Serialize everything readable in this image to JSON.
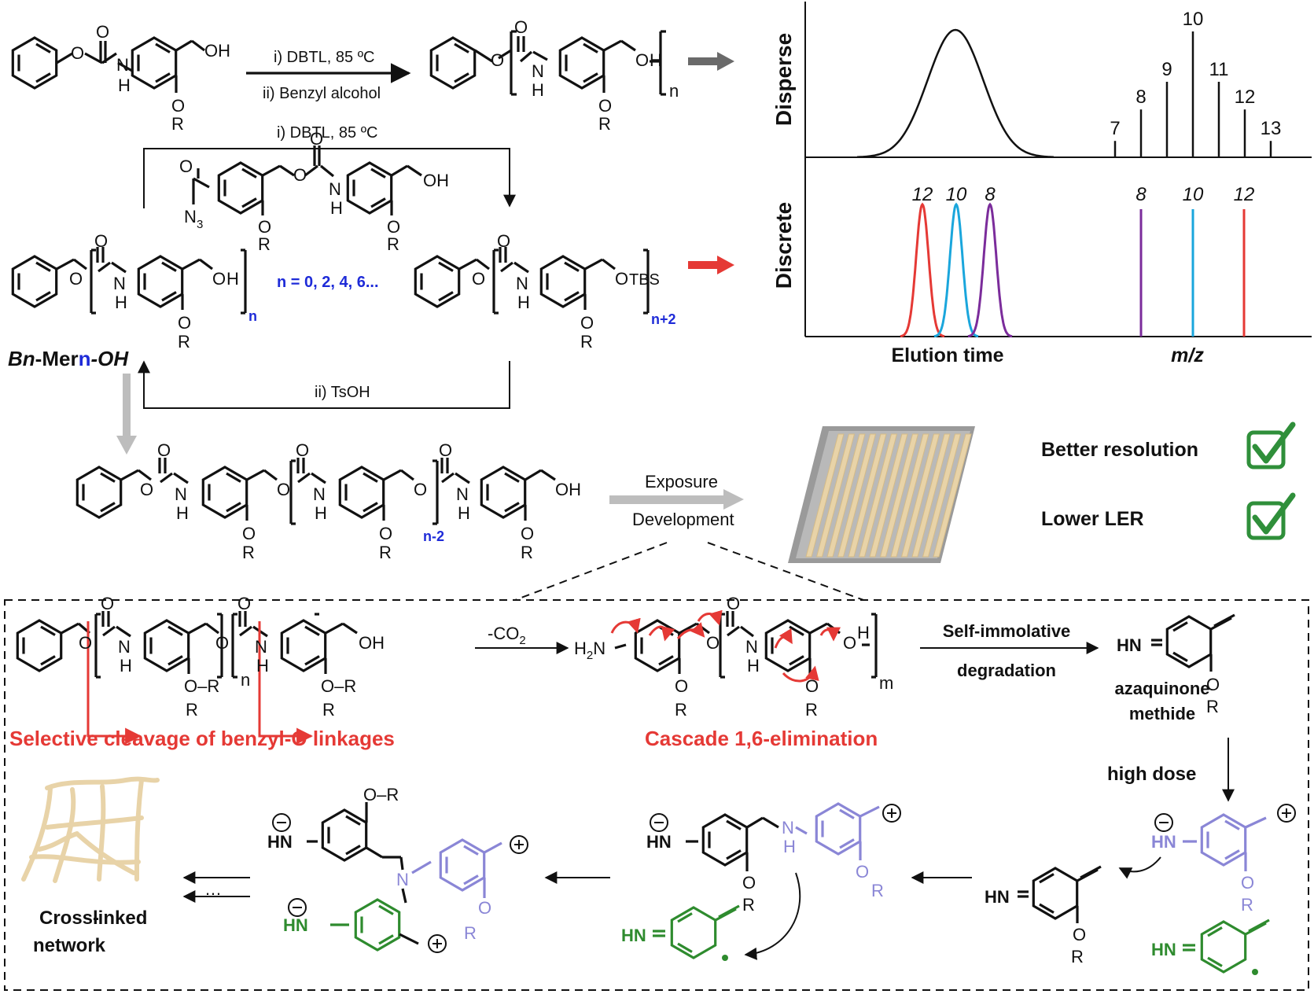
{
  "colors": {
    "black": "#111111",
    "red": "#e53935",
    "blue": "#1e2bd8",
    "lavender": "#8a86d6",
    "green": "#2e8b2e",
    "cyan": "#1aa6dc",
    "purple": "#7b2c9b",
    "gray_arrow": "#bdbdbd",
    "dark_arrow": "#6a6a6a",
    "beige": "#e8d3a8",
    "checkbox_green": "#2f8f3a"
  },
  "icons": [
    "check-box-icon",
    "red-arrow-icon",
    "gray-arrow-icon"
  ],
  "scheme": {
    "top_reaction": {
      "conditions": [
        "i) DBTL, 85 ºC",
        "ii) Benzyl alcohol"
      ],
      "product_subscript": "n"
    },
    "iterative": {
      "step_top": "i) DBTL, 85 ºC",
      "step_bottom": "ii) TsOH",
      "left_label_parts": [
        "Bn",
        "-Mer",
        "n",
        "-OH"
      ],
      "n_values": "n = 0, 2, 4, 6...",
      "sub_n": "n",
      "sub_n2": "n+2",
      "tbs": "TBS",
      "n3": "N",
      "n3_sub": "3",
      "long_sub": "n-2"
    },
    "chem_labels": {
      "O": "O",
      "OH": "OH",
      "H": "H",
      "N": "N",
      "R": "R",
      "NH_H": "H",
      "OR": "O–R",
      "O_R_dash": "O",
      "HN": "HN",
      "H2N": "H",
      "H2N_sub": "2",
      "H2N_N": "N"
    },
    "exposure": {
      "line1": "Exposure",
      "line2": "Development"
    },
    "benefits": [
      "Better resolution",
      "Lower LER"
    ],
    "mechanism": {
      "step1": "-CO",
      "step1_sub": "2",
      "m_sub": "m",
      "n_sub": "n",
      "step2_line1": "Self-immolative",
      "step2_line2": "degradation",
      "label_cleavage": "Selective cleavage of benzyl-O linkages",
      "label_cascade": "Cascade 1,6-elimination",
      "azaquinone_line1": "azaquinone",
      "azaquinone_line2": "methide",
      "high_dose": "high dose",
      "cross_linked_line1": "Cross-",
      "cross_linked_line2": "linked",
      "cross_linked_line3": "network",
      "ellipsis": "…"
    }
  },
  "chart_data": [
    {
      "type": "line",
      "panel": "Disperse",
      "ylabel": "Disperse",
      "xlabel": "Elution time",
      "series": [
        {
          "values": [
            0,
            0.05,
            0.2,
            0.55,
            0.9,
            1.0,
            0.9,
            0.55,
            0.2,
            0.05,
            0
          ]
        }
      ]
    },
    {
      "type": "bar",
      "panel": "Disperse",
      "xlabel": "m/z",
      "categories": [
        "7",
        "8",
        "9",
        "10",
        "11",
        "12",
        "13"
      ],
      "values": [
        0.13,
        0.38,
        0.6,
        1.0,
        0.6,
        0.38,
        0.13
      ]
    },
    {
      "type": "line",
      "panel": "Discrete",
      "ylabel": "Discrete",
      "xlabel": "Elution time",
      "peak_labels": [
        "12",
        "10",
        "8"
      ],
      "series_colors": [
        "#e53935",
        "#1aa6dc",
        "#7b2c9b"
      ]
    },
    {
      "type": "bar",
      "panel": "Discrete",
      "xlabel": "m/z",
      "categories": [
        "8",
        "10",
        "12"
      ],
      "values": [
        1,
        1,
        1
      ],
      "series_colors": [
        "#7b2c9b",
        "#1aa6dc",
        "#e53935"
      ]
    }
  ],
  "axis_titles": {
    "disperse": "Disperse",
    "discrete": "Discrete",
    "elution": "Elution time",
    "mz": "m/z"
  }
}
